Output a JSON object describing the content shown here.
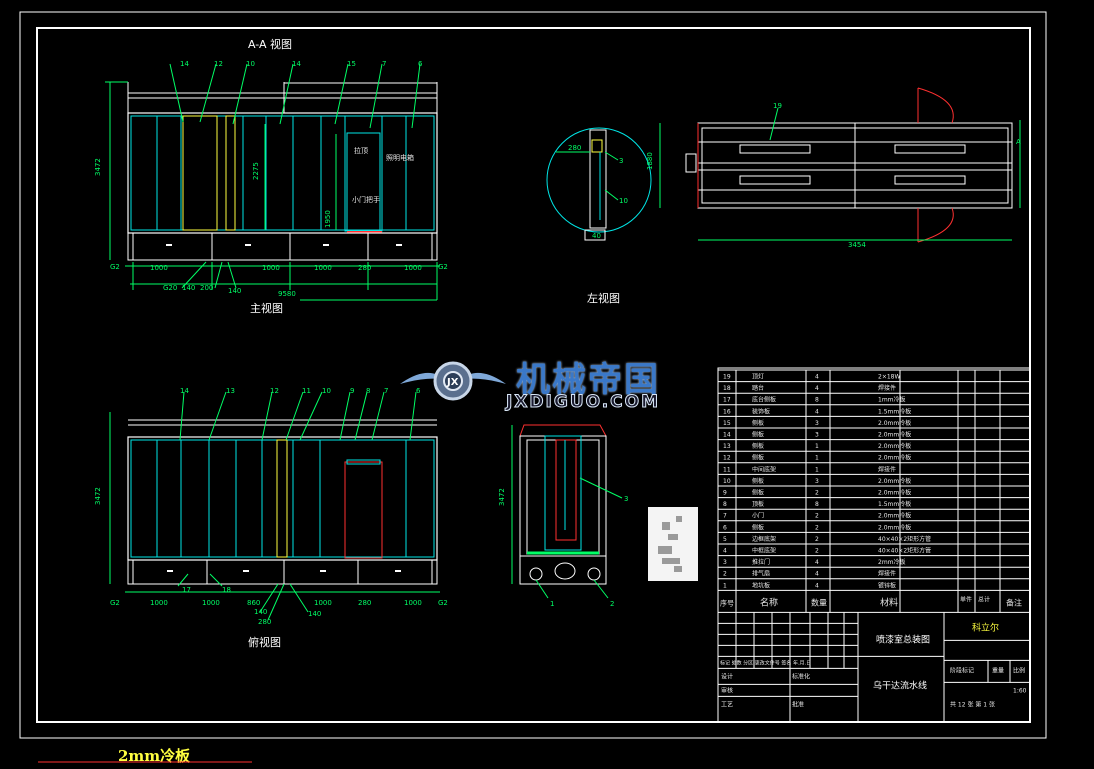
{
  "views": {
    "aa_title": "A-A 视图",
    "main_title": "主视图",
    "left_title": "左视图",
    "top_title": "俯视图"
  },
  "front_view": {
    "height_dim": "3472",
    "inner_height_dim": "2275",
    "door_height_dim": "1950",
    "base_dim": "G2",
    "bottom_dims": [
      "1000",
      "1000",
      "1000",
      "280",
      "1000"
    ],
    "bottom_small": [
      "G20",
      "140",
      "200",
      "140"
    ],
    "total_dim": "9580",
    "labels": [
      "拉顶",
      "照明电箱",
      "小门把手"
    ],
    "part_numbers": [
      "14",
      "12",
      "10",
      "14",
      "15",
      "7",
      "6"
    ]
  },
  "left_view": {
    "part_numbers": [
      "3",
      "10"
    ],
    "dims": [
      "280",
      "40"
    ]
  },
  "right_view": {
    "part_number": "19",
    "dim_width": "3454",
    "dim_height": "1880",
    "section_mark": "A"
  },
  "top_view": {
    "height_dim": "3472",
    "bottom_dims": [
      "1000",
      "1000",
      "860",
      "1000",
      "280",
      "1000"
    ],
    "small_dims": [
      "140",
      "280",
      "140"
    ],
    "base_dim": "G2",
    "part_numbers": [
      "14",
      "13",
      "12",
      "11",
      "10",
      "9",
      "8",
      "7",
      "6",
      "17",
      "18"
    ]
  },
  "section_view": {
    "height_dim": "3472",
    "part_numbers": [
      "3",
      "1",
      "2"
    ]
  },
  "bom": {
    "rows": [
      {
        "no": "19",
        "name": "顶灯",
        "qty": "4",
        "material": "2×18W"
      },
      {
        "no": "18",
        "name": "踏台",
        "qty": "4",
        "material": "焊接件"
      },
      {
        "no": "17",
        "name": "底台侧板",
        "qty": "8",
        "material": "1mm冷板"
      },
      {
        "no": "16",
        "name": "装饰板",
        "qty": "4",
        "material": "1.5mm冷板"
      },
      {
        "no": "15",
        "name": "侧板",
        "qty": "3",
        "material": "2.0mm冷板"
      },
      {
        "no": "14",
        "name": "侧板",
        "qty": "3",
        "material": "2.0mm冷板"
      },
      {
        "no": "13",
        "name": "侧板",
        "qty": "1",
        "material": "2.0mm冷板"
      },
      {
        "no": "12",
        "name": "侧板",
        "qty": "1",
        "material": "2.0mm冷板"
      },
      {
        "no": "11",
        "name": "中间底架",
        "qty": "1",
        "material": "焊接件"
      },
      {
        "no": "10",
        "name": "侧板",
        "qty": "3",
        "material": "2.0mm冷板"
      },
      {
        "no": "9",
        "name": "侧板",
        "qty": "2",
        "material": "2.0mm冷板"
      },
      {
        "no": "8",
        "name": "顶板",
        "qty": "8",
        "material": "1.5mm冷板"
      },
      {
        "no": "7",
        "name": "小门",
        "qty": "2",
        "material": "2.0mm冷板"
      },
      {
        "no": "6",
        "name": "侧板",
        "qty": "2",
        "material": "2.0mm冷板"
      },
      {
        "no": "5",
        "name": "边框底架",
        "qty": "2",
        "material": "40×40×2矩形方管"
      },
      {
        "no": "4",
        "name": "中框底架",
        "qty": "2",
        "material": "40×40×2矩形方管"
      },
      {
        "no": "3",
        "name": "推拉门",
        "qty": "4",
        "material": "2mm冷板"
      },
      {
        "no": "2",
        "name": "排气扇",
        "qty": "4",
        "material": "焊接件"
      },
      {
        "no": "1",
        "name": "地坑板",
        "qty": "4",
        "material": "镀锌板"
      }
    ],
    "header": {
      "no": "序号",
      "name": "名称",
      "qty": "数量",
      "material": "材料",
      "weight_single": "单件",
      "weight_total": "总计",
      "note": "备注"
    },
    "title": "喷漆室总装图",
    "company": "科立尔",
    "school": "乌干达流水线",
    "scale_label": "比例",
    "scale": "1:60",
    "stage_label": "阶段标记",
    "weight_label": "重量",
    "sheet_info": "共 12 张  第 1 张",
    "sign_row": "标记 处数 分区 更改文件号 签名 年.月.日",
    "designer": "设计",
    "checker": "审核",
    "process": "工艺",
    "standard": "标准化",
    "approve": "批准"
  },
  "watermark": {
    "title": "机械帝国",
    "subtitle": "JXDIGUO.COM"
  },
  "bottom_label": "2mm冷板",
  "colors": {
    "outline": "#ffffff",
    "panel": "#00e6e6",
    "frame": "#40c8ff",
    "dimension": "#00ff66",
    "highlight": "#ffff40",
    "door": "#ff3030",
    "text": "#e8e8e8"
  }
}
